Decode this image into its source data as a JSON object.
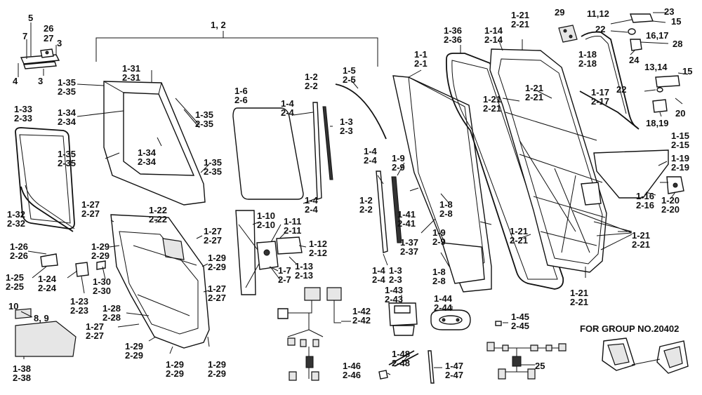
{
  "group_note": "FOR GROUP NO.20402",
  "callouts": [
    "5",
    "7",
    "26",
    "27",
    "3",
    "4",
    "3",
    "1, 2",
    "1-31\n2-31",
    "1-35\n2-35",
    "1-34\n2-34",
    "1-35\n2-35",
    "1-34\n2-34",
    "1-35\n2-35",
    "1-35\n2-35",
    "1-33\n2-33",
    "1-32\n2-32",
    "1-6\n2-6",
    "1-2\n2-2",
    "1-4\n2-4",
    "1-3\n2-3",
    "1-4\n2-4",
    "1-5\n2-5",
    "1-4\n2-4",
    "1-9\n2-9",
    "1-2\n2-2",
    "1-41\n2-41",
    "1-8\n2-8",
    "1-37\n2-37",
    "1-3\n2-3",
    "1-4\n2-4",
    "1-1\n2-1",
    "1-36\n2-36",
    "1-14\n2-14",
    "1-21\n2-21",
    "1-21\n2-21",
    "1-21\n2-21",
    "1-9\n2-9",
    "1-8\n2-8",
    "29",
    "11,12",
    "23",
    "15",
    "22",
    "16,17",
    "28",
    "24",
    "1-18\n2-18",
    "13,14",
    "15",
    "22",
    "1-17\n2-17",
    "20",
    "18,19",
    "1-15\n2-15",
    "1-19\n2-19",
    "1-16\n2-16",
    "1-20\n2-20",
    "1-21\n2-21",
    "1-21\n2-21",
    "1-21\n2-21",
    "1-27\n2-27",
    "1-22\n2-22",
    "1-27\n2-27",
    "1-29\n2-29",
    "1-29\n2-29",
    "1-27\n2-27",
    "1-30\n2-30",
    "1-28\n2-28",
    "1-27\n2-27",
    "1-29\n2-29",
    "1-29\n2-29",
    "1-29\n2-29",
    "1-26\n2-26",
    "1-25\n2-25",
    "1-24\n2-24",
    "1-23\n2-23",
    "10",
    "8, 9",
    "1-38\n2-38",
    "1-10\n2-10",
    "1-11\n2-11",
    "1-12\n2-12",
    "1-13\n2-13",
    "1-7\n2-7",
    "1-42\n2-42",
    "1-43\n2-43",
    "1-44\n2-44",
    "1-45\n2-45",
    "1-46\n2-46",
    "1-48\n2-48",
    "1-47\n2-47",
    "25"
  ]
}
